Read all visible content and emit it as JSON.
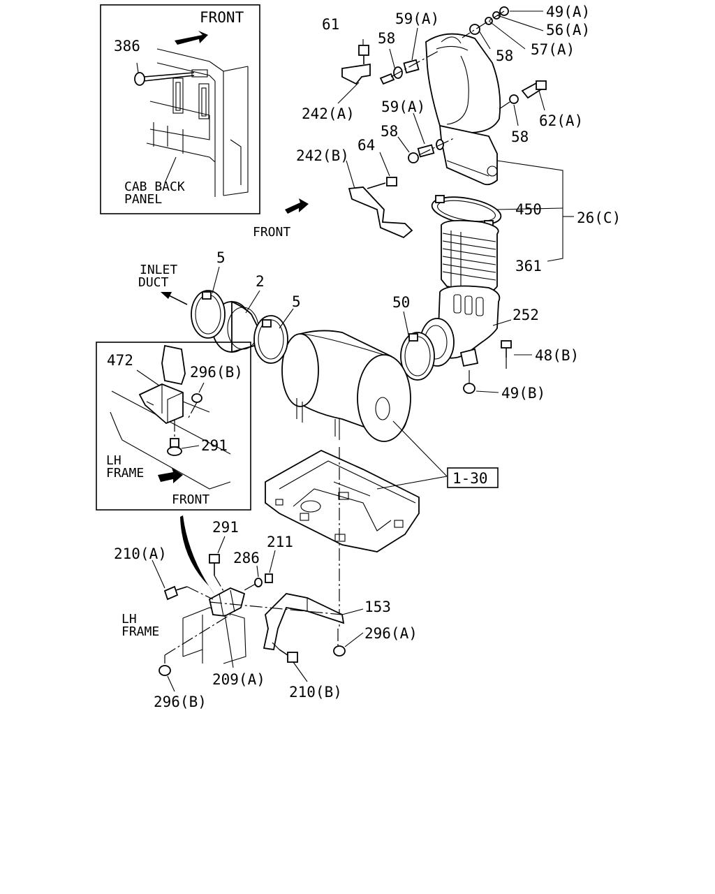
{
  "diagram": {
    "labels": {
      "front_top_inset": "FRONT",
      "front_mid": "FRONT",
      "front_lower_inset": "FRONT",
      "cab_back_panel_1": "CAB BACK",
      "cab_back_panel_2": "PANEL",
      "inlet_duct_1": "INLET",
      "inlet_duct_2": "DUCT",
      "lh_frame_inset_1": "LH",
      "lh_frame_inset_2": "FRAME",
      "lh_frame_main_1": "LH",
      "lh_frame_main_2": "FRAME",
      "p386": "386",
      "p61": "61",
      "p58a": "58",
      "p59a_top": "59(A)",
      "p49a": "49(A)",
      "p56a": "56(A)",
      "p57a": "57(A)",
      "p58b": "58",
      "p62a": "62(A)",
      "p58c": "58",
      "p242a": "242(A)",
      "p59a_mid": "59(A)",
      "p58d": "58",
      "p242b": "242(B)",
      "p64": "64",
      "p450": "450",
      "p26c": "26(C)",
      "p361": "361",
      "p5a": "5",
      "p2": "2",
      "p5b": "5",
      "p50": "50",
      "p252": "252",
      "p48b": "48(B)",
      "p49b": "49(B)",
      "p472": "472",
      "p296b_inset": "296(B)",
      "p291_inset": "291",
      "p1_30": "1-30",
      "p291": "291",
      "p210a": "210(A)",
      "p211": "211",
      "p286": "286",
      "p153": "153",
      "p296a": "296(A)",
      "p209a": "209(A)",
      "p210b": "210(B)",
      "p296b": "296(B)"
    }
  }
}
